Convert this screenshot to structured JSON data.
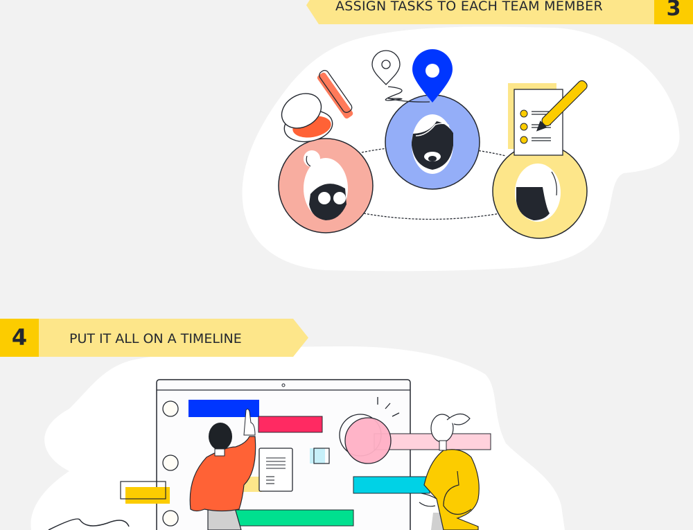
{
  "steps": [
    {
      "number": "3",
      "title": "ASSIGN TASKS TO EACH TEAM MEMBER",
      "illustration": {
        "name": "team-members-network",
        "members": [
          {
            "name": "member-pink",
            "color": "#f8ada0",
            "prop": "makeup-compact-icon"
          },
          {
            "name": "member-blue",
            "color": "#94aef8",
            "prop": "location-pin-icon"
          },
          {
            "name": "member-yellow",
            "color": "#fde68a",
            "prop": "checklist-pencil-icon"
          }
        ]
      }
    },
    {
      "number": "4",
      "title": "PUT IT ALL ON A TIMELINE",
      "illustration": {
        "name": "timeline-board",
        "bars": [
          {
            "color": "#0036ff"
          },
          {
            "color": "#ff2a62"
          },
          {
            "color": "#ffd1dc"
          },
          {
            "color": "#00d2e6"
          },
          {
            "color": "#00e08f"
          },
          {
            "color": "#fccc00"
          }
        ]
      }
    }
  ],
  "colors": {
    "background": "#f2f2f2",
    "banner_light": "#fde68a",
    "banner_dark": "#fccc00",
    "text": "#23272f",
    "outline": "#23272f"
  }
}
